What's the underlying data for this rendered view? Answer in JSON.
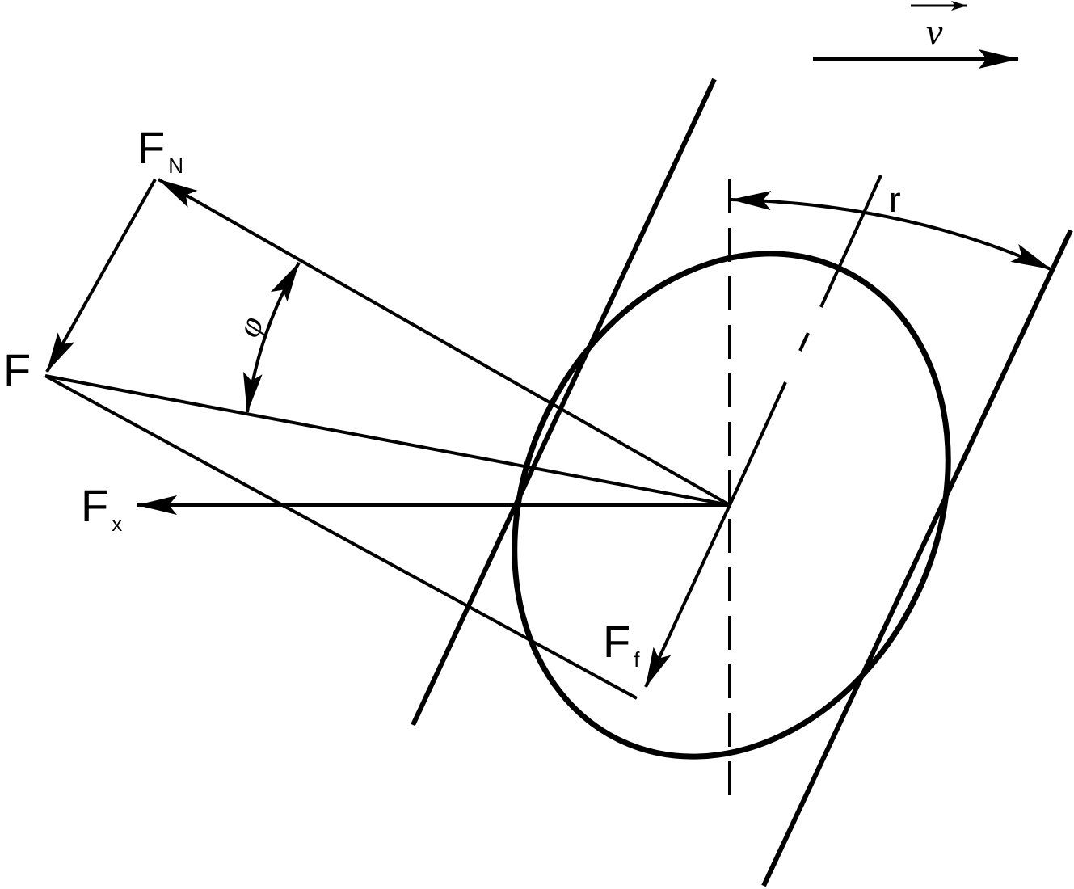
{
  "diagram": {
    "labels": {
      "velocity": "v",
      "radius": "r",
      "angle": "φ",
      "force_main": "F",
      "normal_base": "F",
      "normal_sub": "N",
      "axial_base": "F",
      "axial_sub": "x",
      "friction_base": "F",
      "friction_sub": "f"
    },
    "colors": {
      "stroke": "#000000",
      "background": "#ffffff"
    }
  }
}
